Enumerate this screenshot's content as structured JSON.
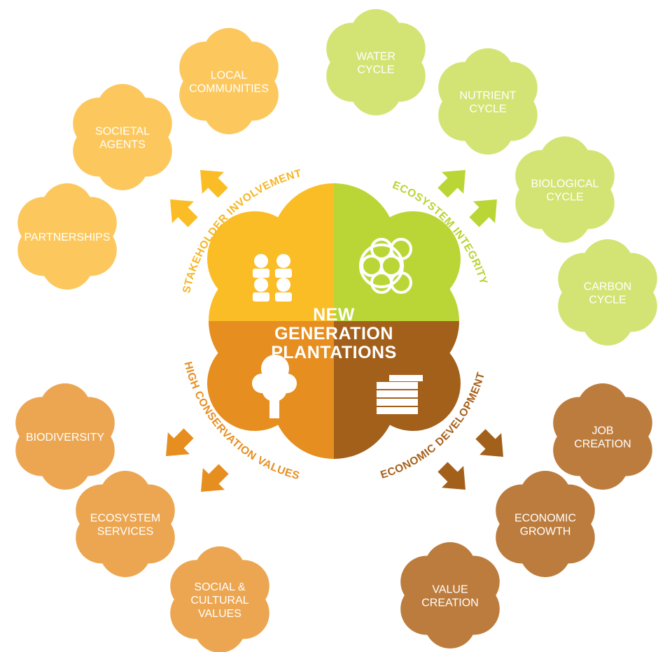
{
  "center": {
    "lines": [
      "NEW",
      "GENERATION",
      "PLANTATIONS"
    ]
  },
  "pillars": [
    {
      "label": "STAKEHOLDER INVOLVEMENT",
      "color": "#f6b623"
    },
    {
      "label": "ECOSYSTEM INTEGRITY",
      "color": "#b9d433"
    },
    {
      "label": "HIGH CONSERVATION VALUES",
      "color": "#e88e21"
    },
    {
      "label": "ECONOMIC DEVELOPMENT",
      "color": "#a7601a"
    }
  ],
  "clouds": {
    "stakeholder": [
      {
        "lines": [
          "PARTNERSHIPS"
        ]
      },
      {
        "lines": [
          "SOCIETAL",
          "AGENTS"
        ]
      },
      {
        "lines": [
          "LOCAL",
          "COMMUNITIES"
        ]
      }
    ],
    "ecosystem": [
      {
        "lines": [
          "WATER",
          "CYCLE"
        ]
      },
      {
        "lines": [
          "NUTRIENT",
          "CYCLE"
        ]
      },
      {
        "lines": [
          "BIOLOGICAL",
          "CYCLE"
        ]
      },
      {
        "lines": [
          "CARBON",
          "CYCLE"
        ]
      }
    ],
    "conservation": [
      {
        "lines": [
          "BIODIVERSITY"
        ]
      },
      {
        "lines": [
          "ECOSYSTEM",
          "SERVICES"
        ]
      },
      {
        "lines": [
          "SOCIAL &",
          "CULTURAL",
          "VALUES"
        ]
      }
    ],
    "economic": [
      {
        "lines": [
          "JOB",
          "CREATION"
        ]
      },
      {
        "lines": [
          "ECONOMIC",
          "GROWTH"
        ]
      },
      {
        "lines": [
          "VALUE",
          "CREATION"
        ]
      }
    ]
  },
  "colors": {
    "stakeholder_cloud": "#fcc85e",
    "ecosystem_cloud": "#d4e474",
    "conservation_cloud": "#eca651",
    "economic_cloud": "#bc7c3d",
    "q_stakeholder": "#fbbd25",
    "q_ecosystem": "#bad636",
    "q_conservation": "#e68e1f",
    "q_economic": "#a3601b"
  },
  "icons": [
    "people-icon",
    "flower-of-life-icon",
    "tree-icon",
    "stacked-bars-icon"
  ]
}
